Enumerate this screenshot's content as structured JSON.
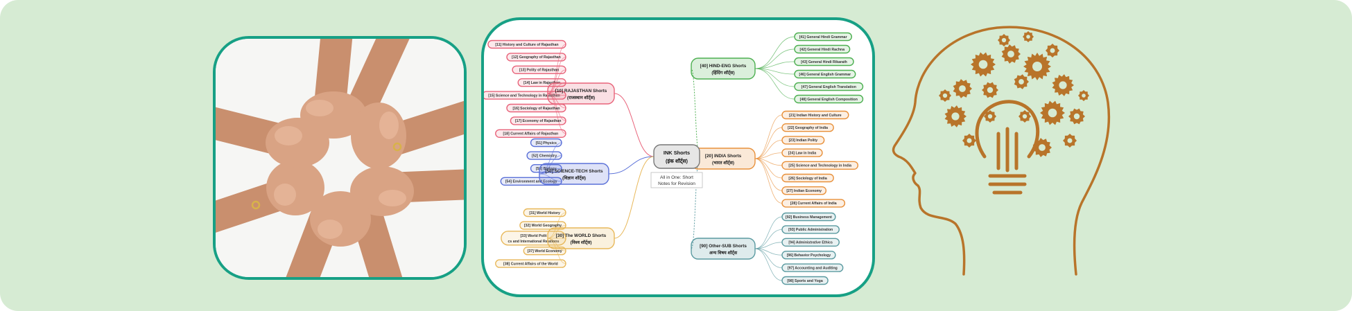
{
  "colors": {
    "background": "#d6ebd3",
    "panel_border": "#17a085",
    "rajasthan": "#e8637a",
    "science": "#5a70d8",
    "world": "#e8b85a",
    "hind_eng": "#4caf50",
    "india": "#e8903a",
    "other": "#5a9aa0",
    "brain_art": "#b8742a"
  },
  "images": {
    "hands_photo": "hands-circle-photo",
    "head_art": "head-gears-lightbulb-icon"
  },
  "mindmap": {
    "center": {
      "title": "INK Shorts",
      "subtitle": "(इंक शॉर्ट्स)"
    },
    "note": [
      "All in One: Short",
      "Notes for Revision"
    ],
    "branches": [
      {
        "key": "rajasthan",
        "side": "left",
        "title": "[10] RAJASTHAN Shorts",
        "subtitle": "(राजस्थान शॉर्ट्स)",
        "items": [
          "[11] History and Culture of Rajasthan",
          "[12] Geography of Rajasthan",
          "[13] Polity of Rajasthan",
          "[14] Law in Rajasthan",
          "[15] Science and Technology in Rajasthan",
          "[16] Sociology of Rajasthan",
          "[17] Economy of Rajasthan",
          "[18] Current Affairs of Rajasthan"
        ]
      },
      {
        "key": "science",
        "side": "left",
        "title": "[50] SCIENCE-TECH Shorts",
        "subtitle": "(विज्ञान शॉर्ट्स)",
        "items": [
          "[51] Physics",
          "[52] Chemistry",
          "[53] Biology",
          "[54] Environment and Ecology"
        ]
      },
      {
        "key": "world",
        "side": "left",
        "title": "[30] The WORLD Shorts",
        "subtitle": "(विश्व शॉर्ट्स)",
        "items": [
          "[31] World History",
          "[32] World Geography",
          "[33] World Politics and International Relations",
          "[37] World Economy",
          "[38] Current Affairs of the World"
        ]
      },
      {
        "key": "hind_eng",
        "side": "right",
        "title": "[40] HIND-ENG Shorts",
        "subtitle": "(हिंदिंग शॉर्ट्स)",
        "items": [
          "[41] General Hindi Grammar",
          "[42] General Hindi Rachna",
          "[43] General Hindi Rikarath",
          "[46] General English Grammar",
          "[47] General English Translation",
          "[48] General English Composition"
        ]
      },
      {
        "key": "india",
        "side": "right",
        "title": "[20] INDIA Shorts",
        "subtitle": "(भारत शॉर्ट्स)",
        "items": [
          "[21] Indian History and Culture",
          "[22] Geography of India",
          "[23] Indian Polity",
          "[24] Law in India",
          "[25] Science and Technology in India",
          "[26] Sociology of India",
          "[27] Indian Economy",
          "[28] Current Affairs of India"
        ]
      },
      {
        "key": "other",
        "side": "right",
        "title": "[90] Other-SUB Shorts",
        "subtitle": "अन्य विषय शॉर्ट्स",
        "items": [
          "[92] Business Management",
          "[93] Public Administration",
          "[94] Administrative Ethics",
          "[96] Behavior Psychology",
          "[97] Accounting and Auditing",
          "[98] Sports and Yoga"
        ]
      }
    ]
  }
}
